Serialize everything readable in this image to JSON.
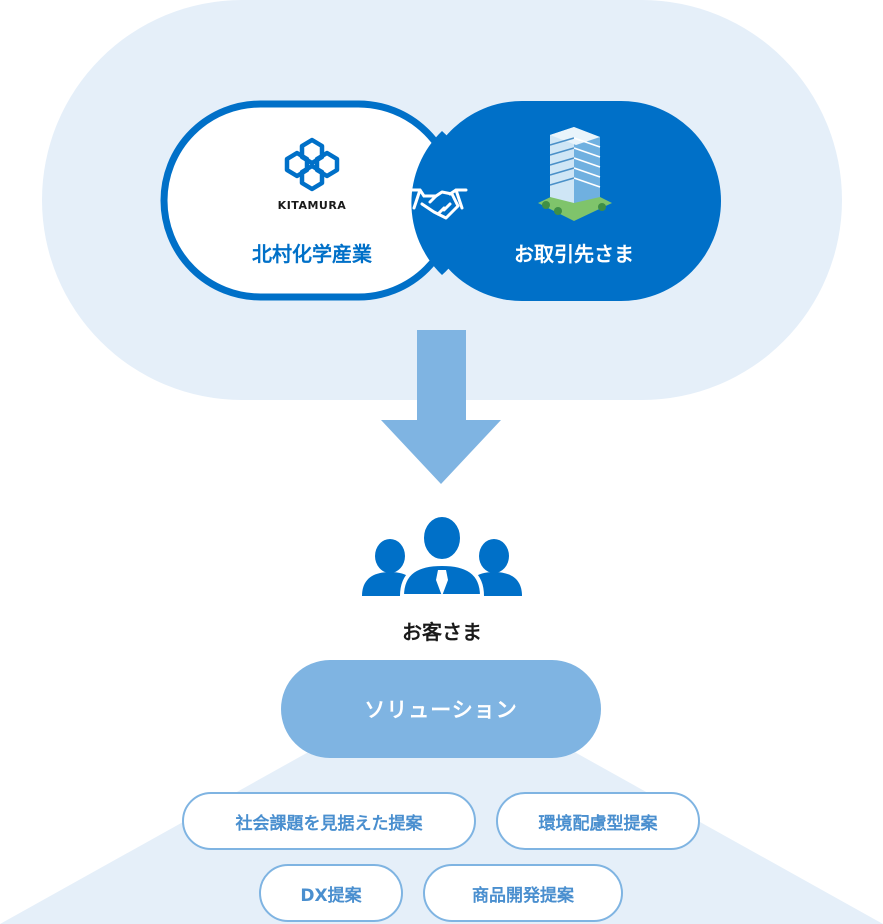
{
  "partnership": {
    "company_logo_text": "KITAMURA",
    "company_name": "北村化学産業",
    "partner_name": "お取引先さま"
  },
  "customer": {
    "label": "お客さま"
  },
  "solution": {
    "title": "ソリューション",
    "proposals": [
      "社会課題を見据えた提案",
      "環境配慮型提案",
      "DX提案",
      "商品開発提案"
    ]
  },
  "colors": {
    "primary_blue": "#0070c8",
    "light_blue": "#7fb4e2",
    "pale_background": "#e5eff9"
  }
}
